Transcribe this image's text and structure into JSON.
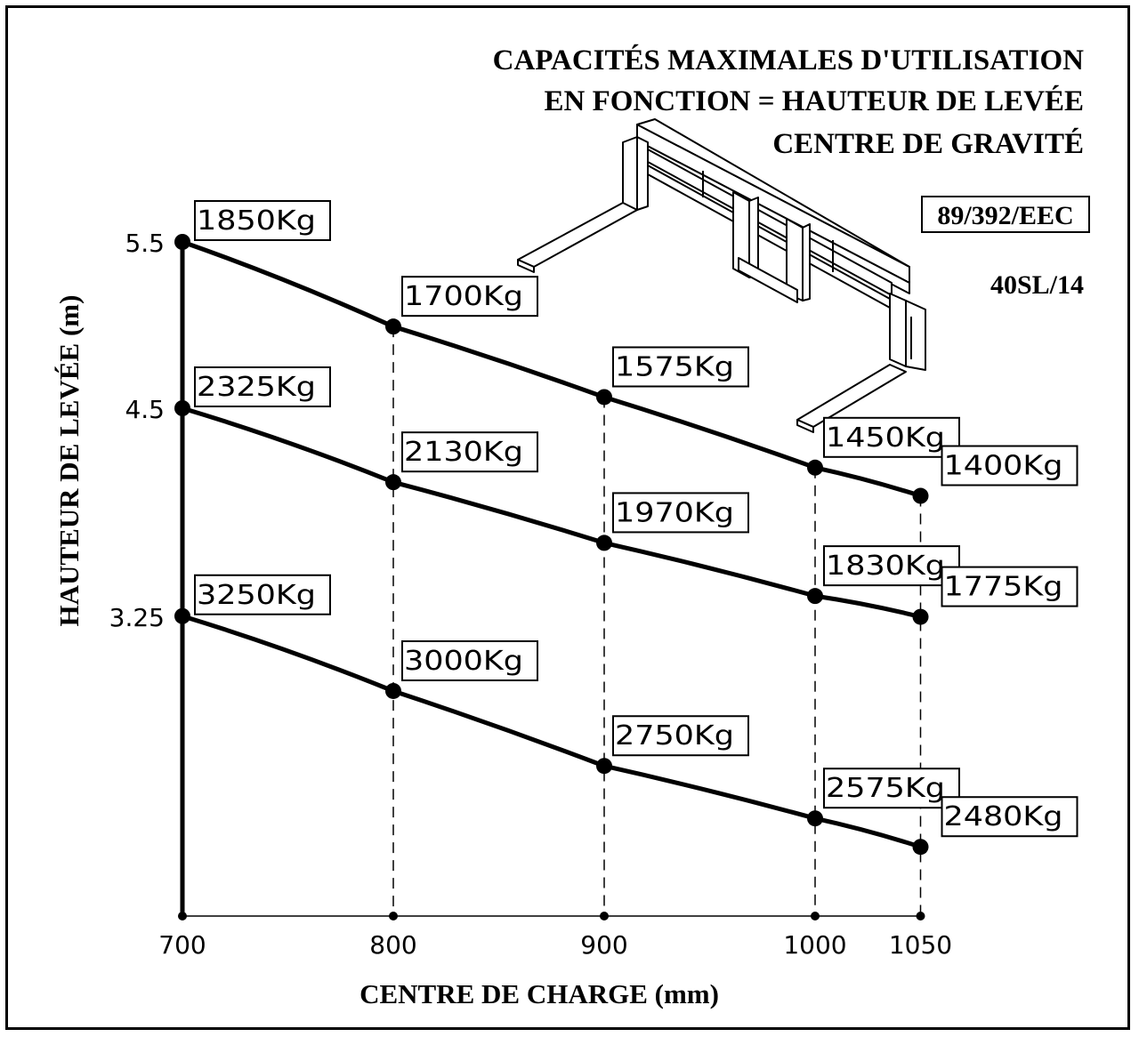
{
  "title_lines": [
    "CAPACITÉS MAXIMALES D'UTILISATION",
    "EN FONCTION = HAUTEUR DE LEVÉE",
    "CENTRE DE GRAVITÉ"
  ],
  "standard_label": "89/392/EEC",
  "model_label": "40SL/14",
  "icon": "pallet-fork-carriage-icon",
  "colors": {
    "ink": "#000000",
    "background": "#ffffff"
  },
  "chart_data": {
    "type": "line",
    "title": "CAPACITÉS MAXIMALES D'UTILISATION EN FONCTION = HAUTEUR DE LEVÉE CENTRE DE GRAVITÉ",
    "xlabel": "CENTRE DE CHARGE (mm)",
    "ylabel": "HAUTEUR DE LEVÉE (m)",
    "x_ticks": [
      "700",
      "800",
      "900",
      "1000",
      "1050"
    ],
    "y_ticks": [
      "5.5",
      "4.5",
      "3.25"
    ],
    "x": [
      700,
      800,
      900,
      1000,
      1050
    ],
    "grid": "dashed vertical lines at x ticks",
    "series": [
      {
        "height": 5.5,
        "values": [
          1850,
          1700,
          1575,
          1450,
          1400
        ],
        "labels": [
          "1850Kg",
          "1700Kg",
          "1575Kg",
          "1450Kg",
          "1400Kg"
        ]
      },
      {
        "height": 4.5,
        "values": [
          2325,
          2130,
          1970,
          1830,
          1775
        ],
        "labels": [
          "2325Kg",
          "2130Kg",
          "1970Kg",
          "1830Kg",
          "1775Kg"
        ]
      },
      {
        "height": 3.25,
        "values": [
          3250,
          3000,
          2750,
          2575,
          2480
        ],
        "labels": [
          "3250Kg",
          "3000Kg",
          "2750Kg",
          "2575Kg",
          "2480Kg"
        ]
      }
    ]
  }
}
